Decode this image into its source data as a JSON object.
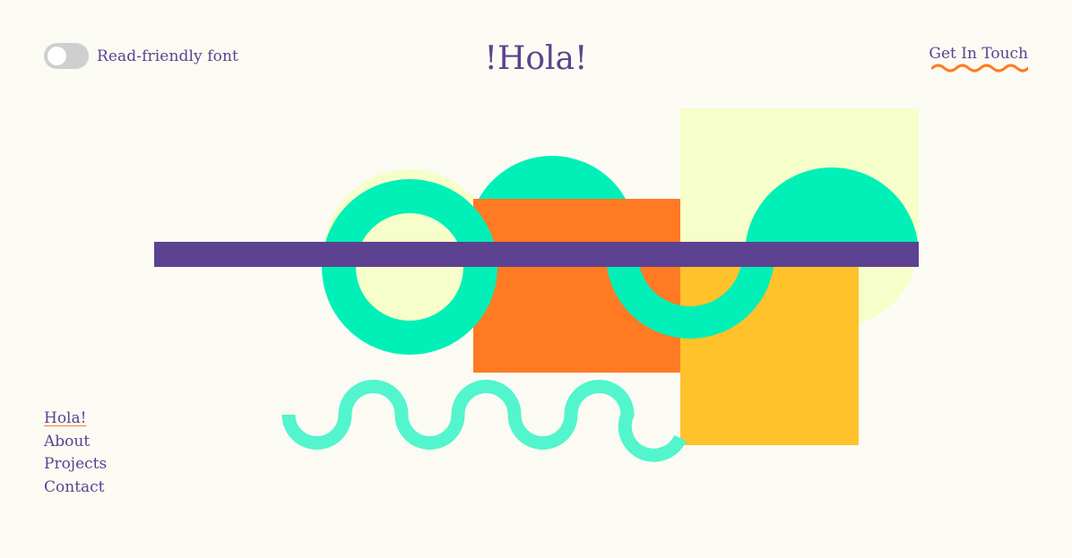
{
  "header": {
    "toggle_label": "Read-friendly font",
    "toggle_on": false,
    "title": "!Hola!",
    "contact_label": "Get In Touch"
  },
  "nav": {
    "items": [
      {
        "label": "Hola!",
        "active": true
      },
      {
        "label": "About",
        "active": false
      },
      {
        "label": "Projects",
        "active": false
      },
      {
        "label": "Contact",
        "active": false
      }
    ]
  },
  "colors": {
    "background": "#fbfbf4",
    "text": "#5c4290",
    "purple": "#5c4290",
    "orange": "#ff7a22",
    "mint": "#00f0b7",
    "mint_light": "#52f5cc",
    "cream": "#f6fec9",
    "yellow": "#ffc22b",
    "toggle_off": "#cfcfcf"
  }
}
